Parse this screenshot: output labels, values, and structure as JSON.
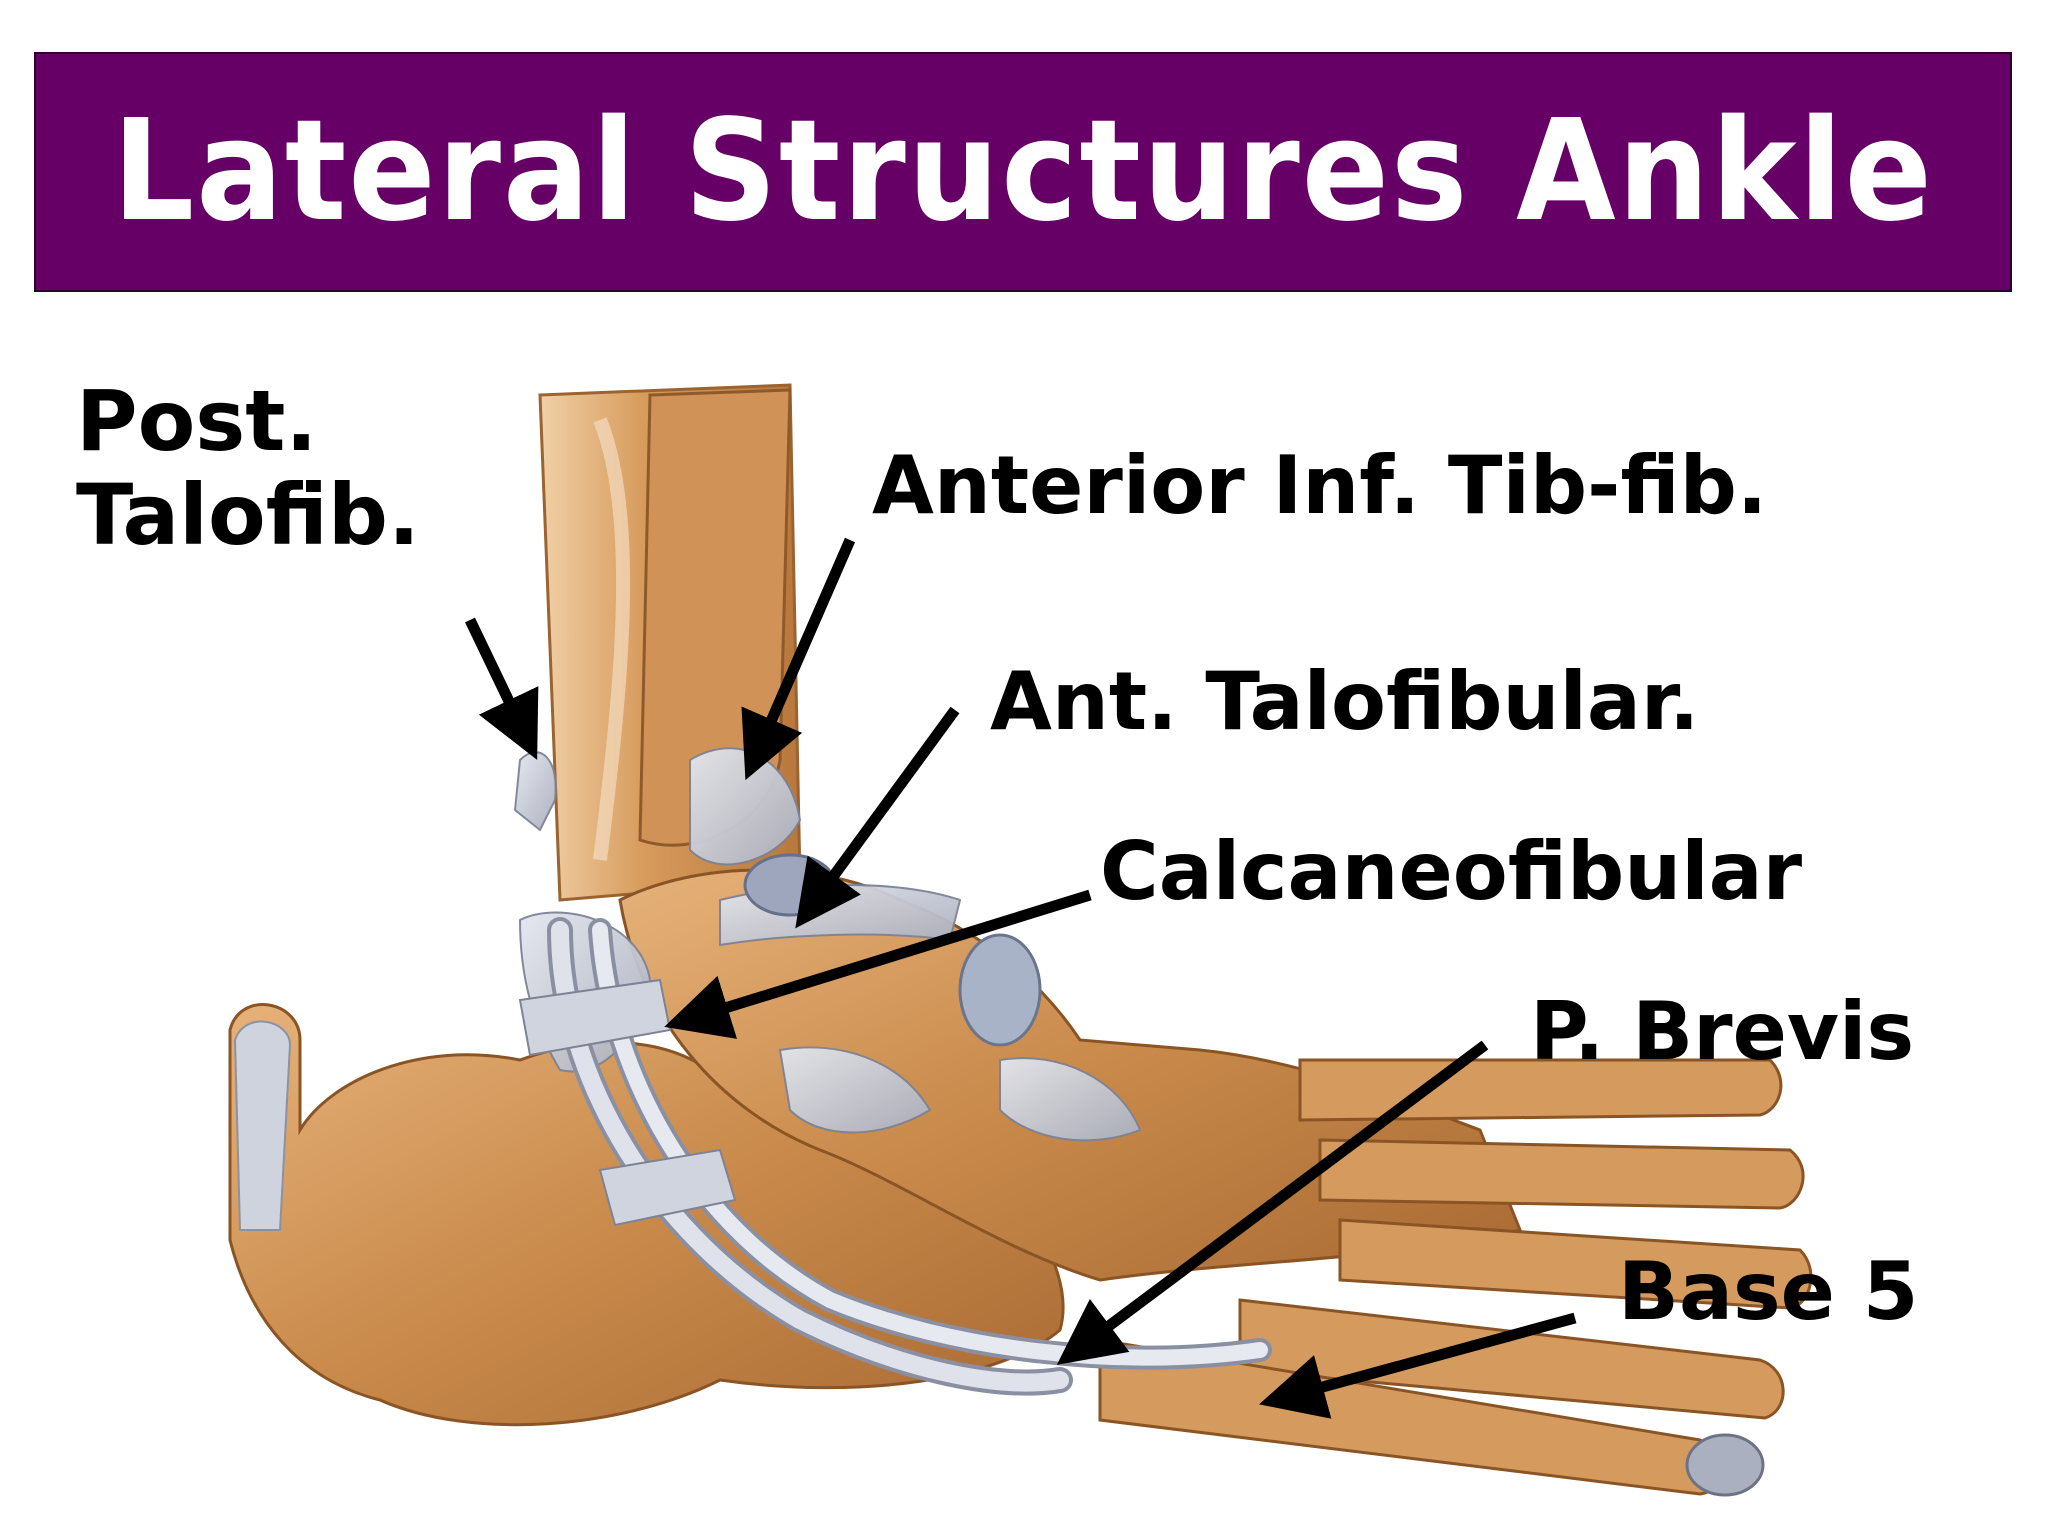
{
  "title": "Lateral Structures Ankle",
  "labels": {
    "post_talofib_line1": "Post.",
    "post_talofib_line2": "Talofib.",
    "anterior_inf_tib_fib": "Anterior Inf. Tib-fib.",
    "ant_talofibular": "Ant. Talofibular.",
    "calcaneofibular": "Calcaneofibular",
    "p_brevis": "P. Brevis",
    "base_5": "Base 5"
  },
  "colors": {
    "title_bar": "#660066",
    "title_text": "#ffffff",
    "label_text": "#000000",
    "bone": "#c98a4b",
    "ligament": "#c8ccd8",
    "arrow": "#000000"
  }
}
